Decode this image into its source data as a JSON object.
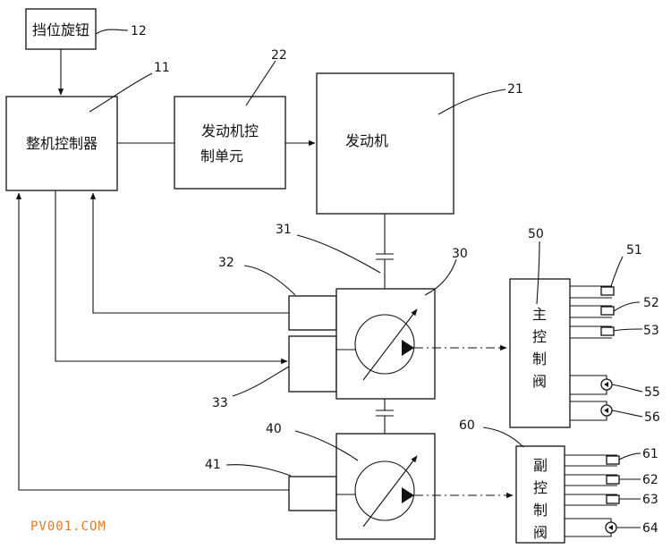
{
  "blocks": {
    "gear_knob": "挡位旋钮",
    "vehicle_controller": "整机控制器",
    "engine_control_unit_line1": "发动机控",
    "engine_control_unit_line2": "制单元",
    "engine": "发动机",
    "main_valve": [
      "主",
      "控",
      "制",
      "阀"
    ],
    "aux_valve": [
      "副",
      "控",
      "制",
      "阀"
    ]
  },
  "callouts": {
    "n12": "12",
    "n11": "11",
    "n22": "22",
    "n21": "21",
    "n31": "31",
    "n32": "32",
    "n30": "30",
    "n33": "33",
    "n40": "40",
    "n41": "41",
    "n50": "50",
    "n60": "60",
    "n51": "51",
    "n52": "52",
    "n53": "53",
    "n55": "55",
    "n56": "56",
    "n61": "61",
    "n62": "62",
    "n63": "63",
    "n64": "64"
  },
  "watermark": "PV001.COM"
}
